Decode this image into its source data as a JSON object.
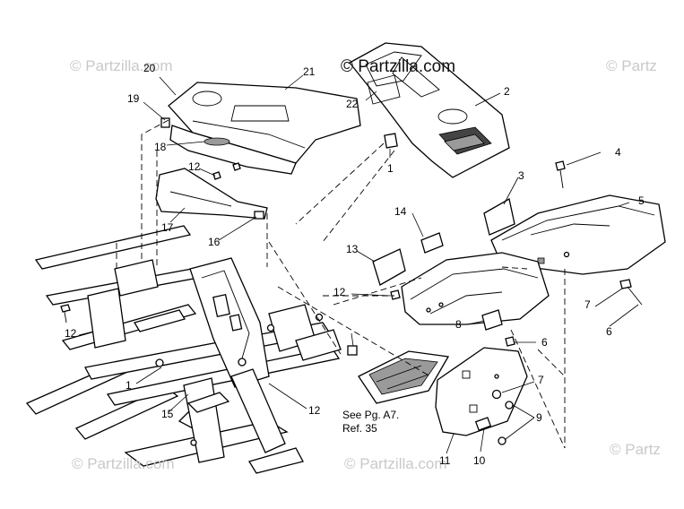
{
  "watermarks": {
    "main": "© Partzilla.com",
    "repeat": "© Partzilla.com",
    "edge": "© Partz"
  },
  "callouts": {
    "c1a": "1",
    "c1b": "1",
    "c2": "2",
    "c3": "3",
    "c4": "4",
    "c5": "5",
    "c6a": "6",
    "c6b": "6",
    "c7a": "7",
    "c7b": "7",
    "c8": "8",
    "c9": "9",
    "c10": "10",
    "c11": "11",
    "c12a": "12",
    "c12b": "12",
    "c12c": "12",
    "c12d": "12",
    "c13": "13",
    "c14": "14",
    "c15": "15",
    "c16": "16",
    "c17": "17",
    "c18": "18",
    "c19": "19",
    "c20": "20",
    "c21": "21",
    "c22": "22"
  },
  "reference_note": {
    "line1": "See Pg. A7.",
    "line2": "Ref. 35"
  },
  "colors": {
    "line": "#000000",
    "watermark": "#c9c9c9",
    "background": "#ffffff"
  }
}
